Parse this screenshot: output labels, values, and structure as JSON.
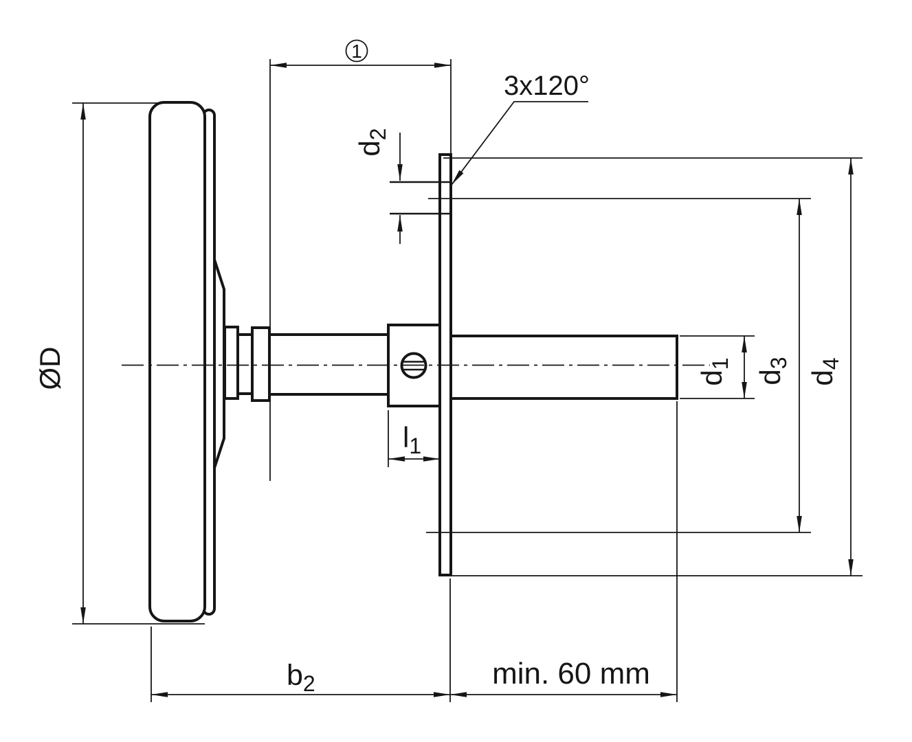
{
  "drawing": {
    "colors": {
      "ink": "#161616",
      "paper": "#ffffff"
    },
    "labels": {
      "case_diameter": {
        "symbol": "ØD"
      },
      "position_balloon": {
        "number": "1"
      },
      "hole_diameter": {
        "letter": "d",
        "sub": "2"
      },
      "hole_pattern_note": {
        "text": "3x120°"
      },
      "clamp_length": {
        "letter": "l",
        "sub": "1"
      },
      "case_depth": {
        "letter": "b",
        "sub": "2"
      },
      "min_insertion": {
        "text": "min. 60 mm"
      },
      "stem_diameter": {
        "letter": "d",
        "sub": "1"
      },
      "bolt_circle_diameter": {
        "letter": "d",
        "sub": "3"
      },
      "flange_diameter": {
        "letter": "d",
        "sub": "4"
      }
    }
  }
}
